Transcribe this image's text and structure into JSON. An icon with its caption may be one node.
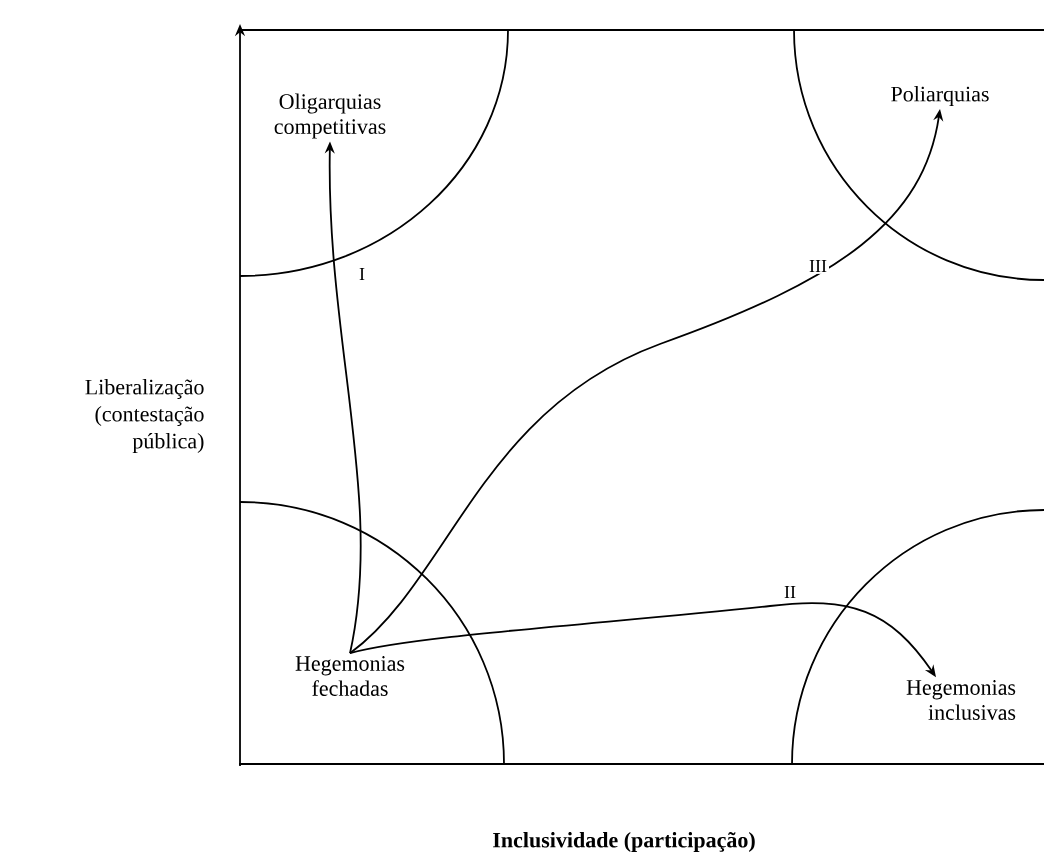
{
  "diagram": {
    "nodes": [
      {
        "text": [
          "Oligarquias competitivas"
        ]
      },
      {
        "text": [
          "Poliarquias"
        ]
      },
      {
        "text": [
          "Hegemonias fechadas"
        ]
      },
      {
        "text": [
          "Hegemonias inclusivas"
        ]
      }
    ],
    "edges": [
      {
        "from": 2,
        "to": 0,
        "arrow": "to",
        "label": "I"
      },
      {
        "from": 2,
        "to": 3,
        "arrow": "to",
        "label": "II"
      },
      {
        "from": 2,
        "to": 1,
        "arrow": "to",
        "label": "III"
      }
    ],
    "labels": [
      "Liberalização (contestação pública)",
      "Inclusividade (participação)"
    ]
  }
}
